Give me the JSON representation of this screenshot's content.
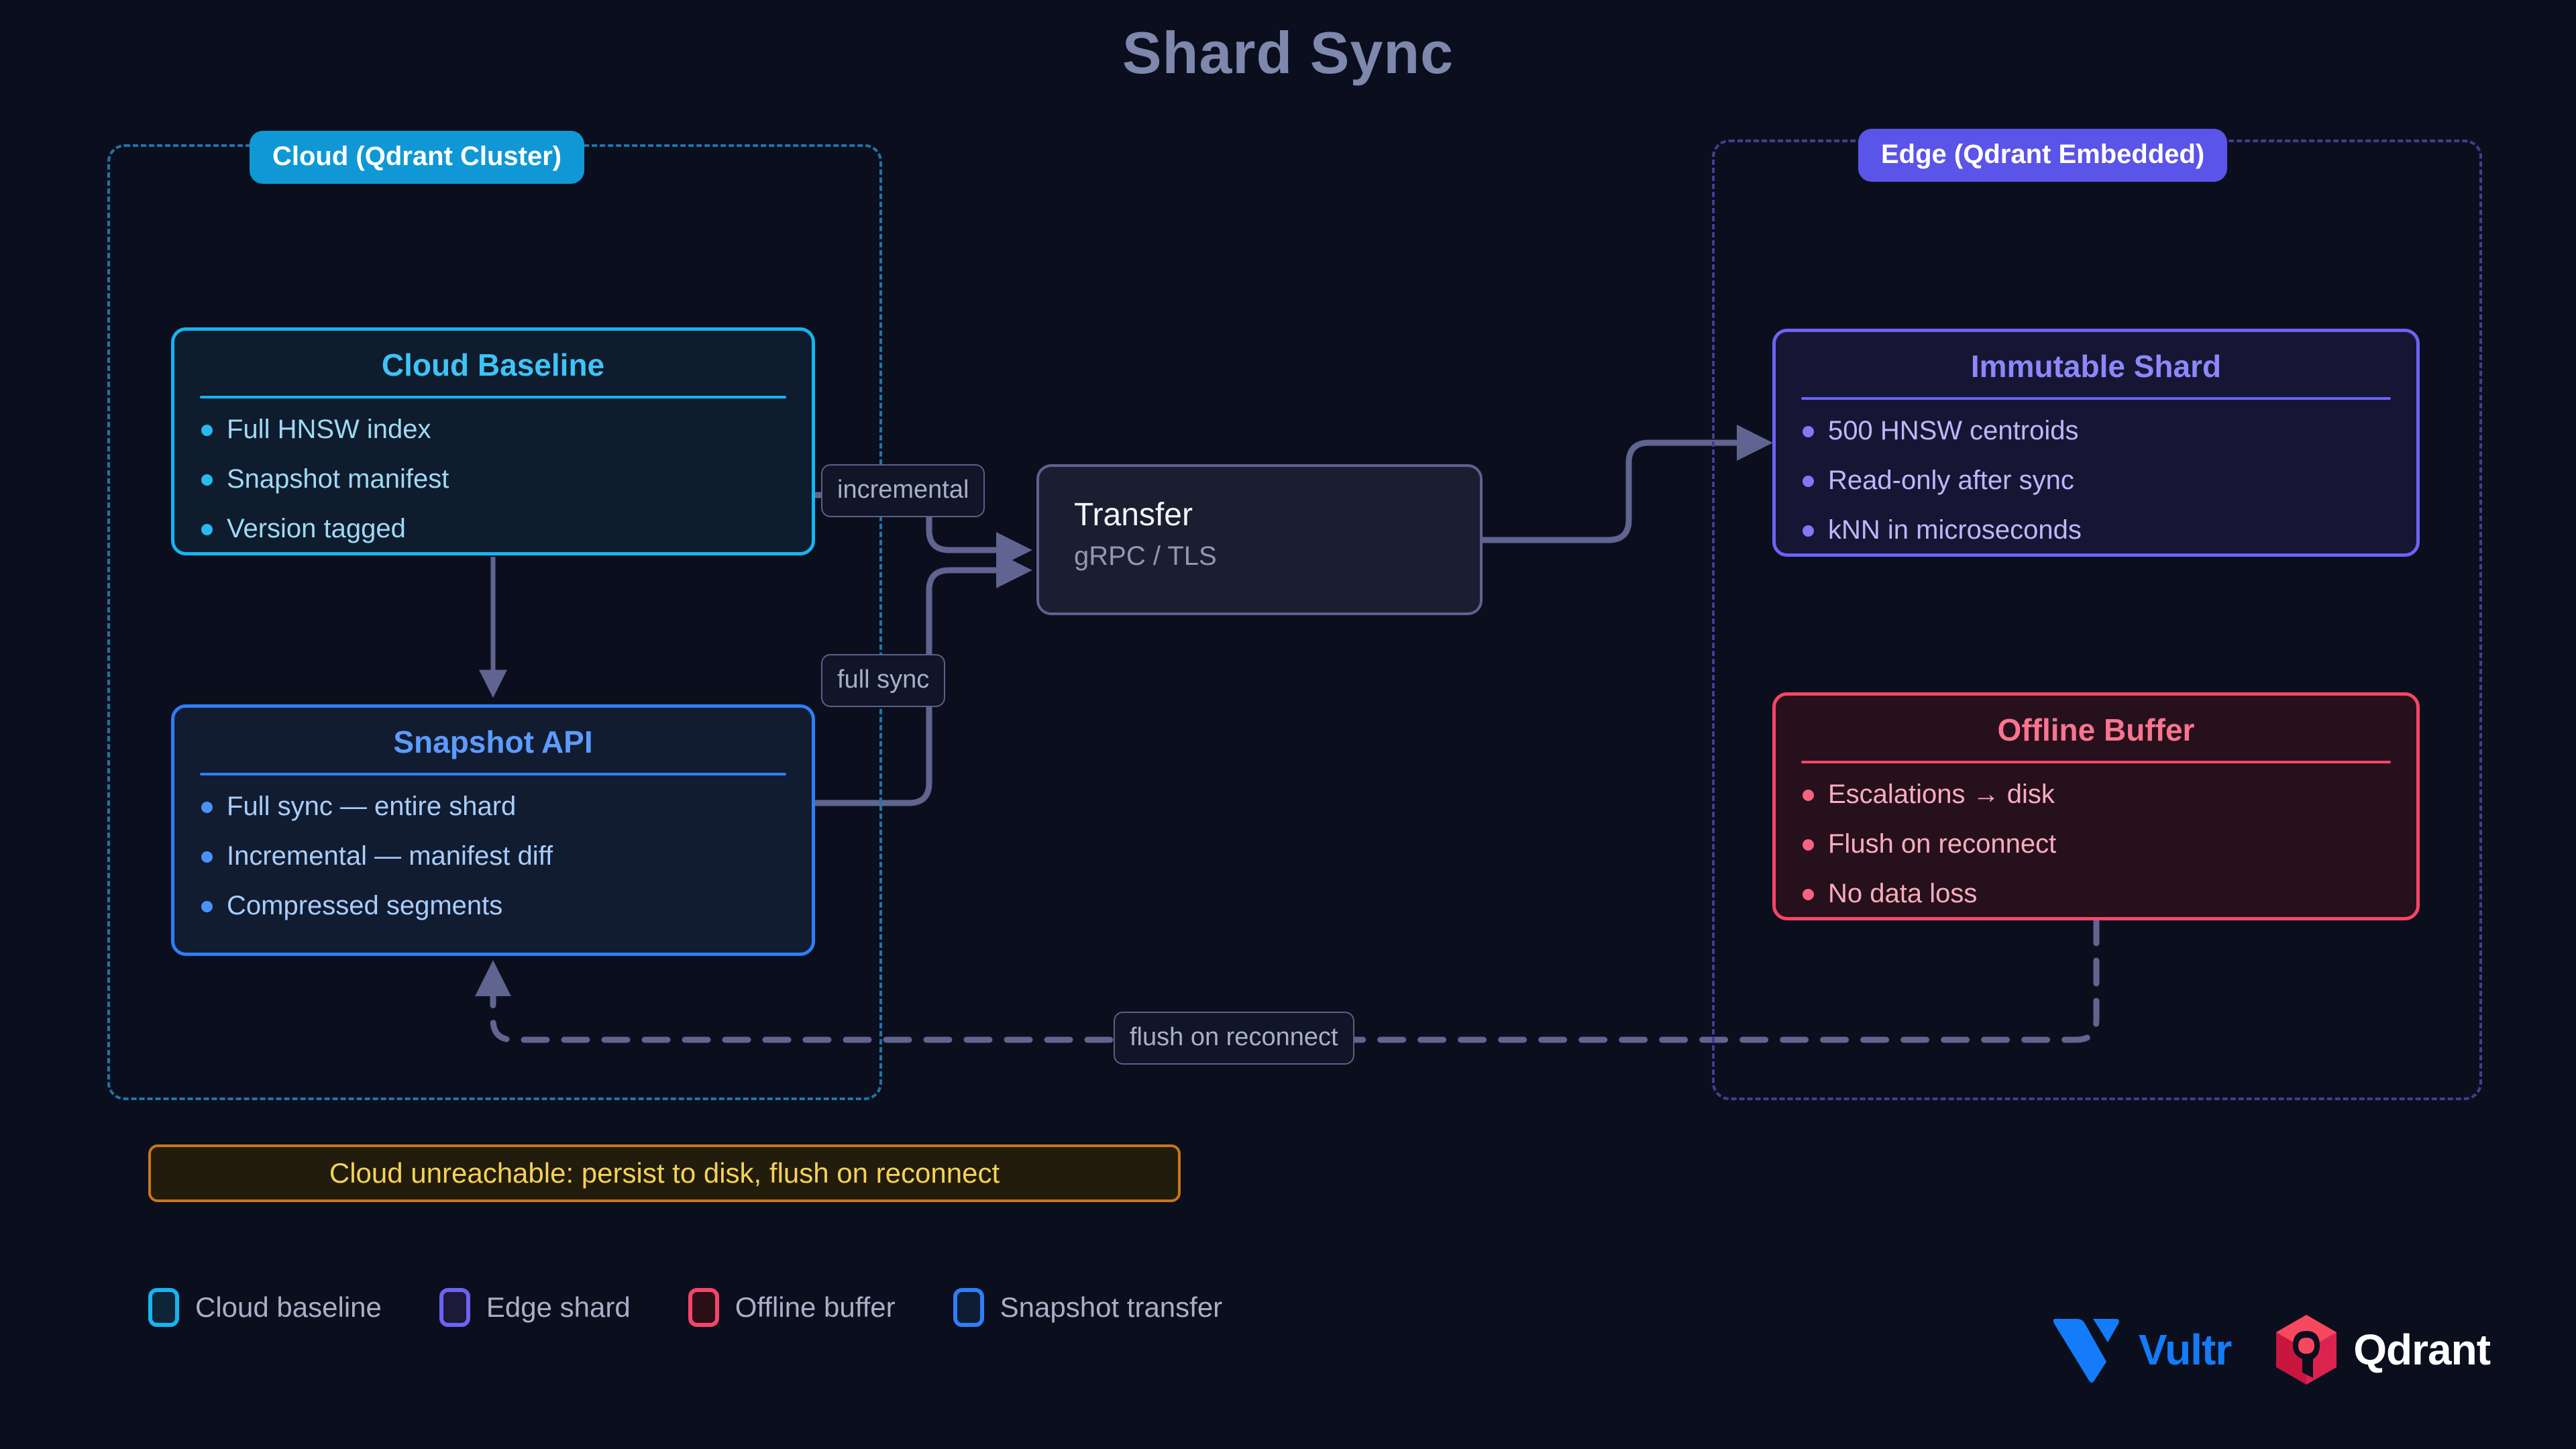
{
  "title": "Shard Sync",
  "groups": {
    "cloud": {
      "badge": "Cloud (Qdrant Cluster)",
      "border_color": "#1f74a8",
      "badge_color": "#1098d6"
    },
    "edge": {
      "badge": "Edge (Qdrant Embedded)",
      "border_color": "#413e92",
      "badge_color": "#5b54e8"
    }
  },
  "cards": {
    "cloud_baseline": {
      "title": "Cloud Baseline",
      "accent": "#16b4f0",
      "items": [
        "Full HNSW index",
        "Snapshot manifest",
        "Version tagged"
      ]
    },
    "snapshot_api": {
      "title": "Snapshot API",
      "accent": "#2f7ef8",
      "items": [
        "Full sync — entire shard",
        "Incremental — manifest diff",
        "Compressed segments"
      ]
    },
    "immutable_shard": {
      "title": "Immutable Shard",
      "accent": "#6c63f5",
      "items": [
        "500 HNSW centroids",
        "Read-only after sync",
        "kNN in microseconds"
      ]
    },
    "offline_buffer": {
      "title": "Offline Buffer",
      "accent": "#f6456a",
      "items": [
        "Escalations → disk",
        "Flush on reconnect",
        "No data loss"
      ]
    }
  },
  "transfer": {
    "title": "Transfer",
    "subtitle": "gRPC / TLS"
  },
  "edge_labels": {
    "incremental": "incremental",
    "full_sync": "full sync",
    "flush_on_reconnect": "flush on reconnect"
  },
  "warning": {
    "text": "Cloud unreachable: persist to disk, flush on reconnect",
    "color": "#f5d255"
  },
  "legend": [
    {
      "label": "Cloud baseline",
      "border": "#16b4f0",
      "fill": "#0e2438"
    },
    {
      "label": "Edge shard",
      "border": "#6c63f5",
      "fill": "#1b1a38"
    },
    {
      "label": "Offline buffer",
      "border": "#f6456a",
      "fill": "#2a1016"
    },
    {
      "label": "Snapshot transfer",
      "border": "#2f7ef8",
      "fill": "#0e1d33"
    }
  ],
  "logos": [
    {
      "name": "Vultr",
      "color": "#147bfb"
    },
    {
      "name": "Qdrant",
      "color": "#ffffff"
    }
  ]
}
